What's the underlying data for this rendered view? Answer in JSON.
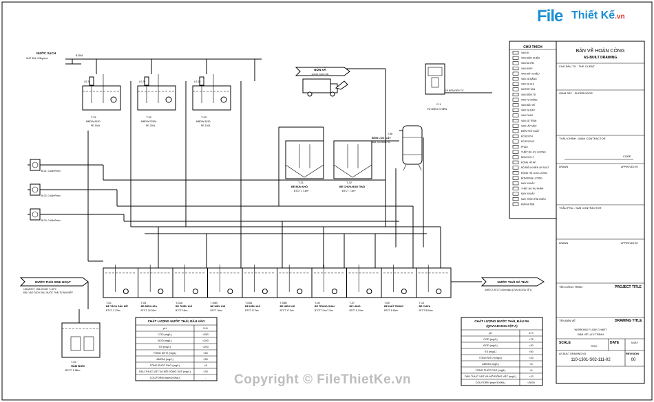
{
  "watermark": {
    "logo_file": "File",
    "logo_text": "Thiết Kế",
    "logo_tld": ".vn",
    "copyright": "Copyright © FileThietKe.vn"
  },
  "title_block": {
    "drawing_title_vi": "BẢN VẼ HOÀN CÔNG",
    "drawing_title_en": "AS-BUILT DRAWING",
    "client": "CHỦ ĐẦU TƯ - THE CLIENT",
    "supervisor": "GIÁM SÁT - SUPERVISOR",
    "main_contractor": "THẦU CHÍNH - MAIN CONTRACTOR",
    "corp": "CORP.",
    "drawn": "DRAWN",
    "approved": "APPROVED BY",
    "sub_contractor": "THẦU PHỤ - SUB CONTRACTOR",
    "project_title_label": "PROJECT TITLE",
    "project_name": "TÊN CÔNG TRÌNH",
    "drawing_title_label": "DRAWING TITLE",
    "drawing_name": "TÊN BẢN VẼ",
    "flow_chart_en": "WORKING FLOW CHART",
    "flow_chart_vi": "BẢN VẼ LƯU TRÌNH",
    "scale": "SCALE",
    "date": "DATE",
    "title": "TITLE",
    "ngay": "NGÀY",
    "drawing_no_label": "AS BUILT DRAWING NO.",
    "drawing_no": "110-1301-S02-111-02",
    "revision_label": "REVISION",
    "revision": "00"
  },
  "legend": {
    "title": "CHÚ THÍCH",
    "items": [
      "VAN BI",
      "VAN ĐIỆN CHIỀU",
      "VAN BƯỚM",
      "VAN BI ĐP",
      "VAN MỘT CHIỀU",
      "VAN XẢ BĂNG",
      "VAN XẢ KHÍ",
      "MOTOR VAN",
      "VAN ĐIỆN TỪ",
      "VAN TỰ ĐỘNG",
      "VAN BẢO VỆ",
      "VAN XẢ ĐÁY",
      "VAN PHAO",
      "VAN XẢ TRÀN",
      "VAN LẤY MẪU",
      "ĐIỆN TRỞ SUẤT",
      "ĐỒ ĐO PH",
      "ĐỒ ĐO ĐỤC",
      "PHAO",
      "THIẾT BỊ LƯU LƯỢNG",
      "BƠM XỬ LÝ",
      "ĐỒNG HỒ ÁP",
      "BỘ ĐIỀU KHIỂN ÁP SUẤT",
      "ĐỒNG HỒ LƯU LƯỢNG",
      "BƠM ĐỊNH LƯỢNG",
      "MÁY KHUẤY",
      "THIẾT BỊ THU NHẬN",
      "MÁY KHUẤY",
      "MÁY TRỘN TĨNH ĐIỆN",
      "ĐĨA KHÍ MỊN"
    ]
  },
  "chem_tanks": [
    {
      "id": "T-31",
      "pump": "LS-31",
      "model": "MBDW-8150",
      "volume": "PE 150L"
    },
    {
      "id": "T-32",
      "pump": "LS-32",
      "model": "MBDW-P200L",
      "volume": "PE 200L"
    },
    {
      "id": "T-33",
      "pump": "LS-33",
      "model": "MBDW-8150",
      "volume": "PE 150L"
    }
  ],
  "top_labels": {
    "water_supply": "NƯỚC SẠCH",
    "water_supply_sub": "SUP 32A, 0.5kg/cm²",
    "valve_ball": "B125A",
    "sludge_out": "BÙN XẢ",
    "sludge_sub": "(ĐOÀN PHÁO VỀ)",
    "control_cabinet": "TỦ ĐIỀU KHIỂN",
    "control_id": "C-1",
    "air_out": "KHÍ NÉN ĐẾN TỪ",
    "filter": "BỒN LỌC CÁT",
    "filter_spec": "50/B, AS-K5600-7M",
    "filter_id": "T-58"
  },
  "blowers": [
    {
      "id": "B-01",
      "spec": "0.48m³/min"
    },
    {
      "id": "B-02",
      "spec": "0.48m³/min"
    },
    {
      "id": "B-03",
      "spec": "0.48m³/min"
    }
  ],
  "sludge_tanks": [
    {
      "id": "T-31",
      "name": "BỂ BÙN KHÔ",
      "volume": "BTCT 17.3m³"
    },
    {
      "id": "T-32",
      "name": "BỂ CHỨA BÙN THẢI",
      "volume": "BTCT 7.3m³"
    }
  ],
  "process_tanks": [
    {
      "id": "T-02",
      "name": "BỂ TÁCH DẦU MỠ",
      "volume": "BTCT, 2.22m³"
    },
    {
      "id": "T-03",
      "name": "BỂ ĐIỀU HÒA",
      "volume": "BTCT, 24.02m³"
    },
    {
      "id": "T-04A",
      "name": "BỂ THIẾU KHÍ",
      "volume": "BTCT 16m³"
    },
    {
      "id": "T-05B",
      "name": "BỂ HIẾU KHÍ",
      "volume": "BTCT 16m³"
    },
    {
      "id": "T-05A",
      "name": "BỂ HIẾU KHÍ",
      "volume": "BTCT 17.3m³"
    },
    {
      "id": "T-05B",
      "name": "BỂ HIẾU KHÍ",
      "volume": "BTCT 17.3m³"
    },
    {
      "id": "T-06",
      "name": "BỂ TRUNG GIAN",
      "volume": "BTCT 2.3m²7.2m³"
    },
    {
      "id": "T-07",
      "name": "BỂ LẮNG",
      "volume": "BTCT 8.10m³"
    },
    {
      "id": "T-08",
      "name": "BỂ KHỬ TRÙNG",
      "volume": "BTCT 8.18m³"
    },
    {
      "id": "T-10",
      "name": "BỂ CHỨA",
      "volume": "BTCT 8.84m³"
    }
  ],
  "inlet": {
    "label": "NƯỚC THẢI SINH HOẠT",
    "sub1": "100A/BTCT, 100L/HOUR, T=30°C",
    "sub2": "ĐẦU VÀO TÁCH DẦU, NƯỚC THẢI TỪ NHÀ BẾP"
  },
  "outlet": {
    "label": "NƯỚC THẢI XẢ THẢI",
    "sub": "40/BTCT-BTCT 100m³/day QCVN 40:2011 VỀ A"
  },
  "pit": {
    "id": "T-01",
    "name": "HẦM BƠM",
    "volume": "BTCT, 1.38m³"
  },
  "input_quality": {
    "title": "CHẤT LƯỢNG NƯỚC THẢI, ĐẦU VÀO",
    "rows": [
      [
        "pH",
        "5÷8"
      ],
      [
        "COD (mg/L)",
        "<350"
      ],
      [
        "BOD (mg/L)",
        "<250"
      ],
      [
        "SS (mg/L)",
        "<200"
      ],
      [
        "TỔNG NITƠ (mg/L)",
        "<60"
      ],
      [
        "AMONI (mg/L)",
        "<50"
      ],
      [
        "TỔNG PHỐT PHO (mg/L)",
        "<8"
      ],
      [
        "DẦU THỰC VẬT VÀ MỠ ĐỘNG VẬT (mg/L)",
        "<30"
      ],
      [
        "COLIFORM (mpn/100ML)",
        "-"
      ]
    ]
  },
  "output_quality": {
    "title": "CHẤT LƯỢNG NƯỚC THẢI, ĐẦU RA",
    "subtitle": "(QCVN 40:2011 CỘT A)",
    "rows": [
      [
        "pH",
        "6÷9"
      ],
      [
        "COD (mg/L)",
        "<75"
      ],
      [
        "BOD (mg/L)",
        "<30"
      ],
      [
        "SS (mg/L)",
        "<50"
      ],
      [
        "TỔNG NITƠ (mg/L)",
        "<20"
      ],
      [
        "AMONI (mg/L)",
        "<5"
      ],
      [
        "TỔNG PHỐT PHO (mg/L)",
        "<4"
      ],
      [
        "DẦU THỰC VẬT VÀ MỠ ĐỘNG VẬT (mg/L)",
        "<10"
      ],
      [
        "COLIFORM (mpn/100ML)",
        "<3000"
      ]
    ]
  }
}
